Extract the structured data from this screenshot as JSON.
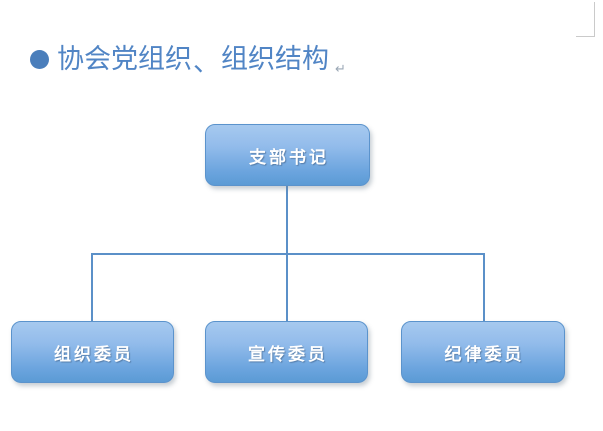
{
  "document": {
    "heading": {
      "bullet_icon": "bullet-circle-icon",
      "text_part1": "协会党组织",
      "separator": "、",
      "text_part2": "组织结构",
      "paragraph_mark": "↵"
    },
    "colors": {
      "heading_text": "#5185c5",
      "bullet": "#4a7ebb",
      "node_fill_top": "#a6c9ef",
      "node_fill_bottom": "#5b9bd5",
      "node_border": "#5b93cc",
      "node_text": "#ffffff",
      "connector": "#5b90c8",
      "background": "#ffffff"
    }
  },
  "org_chart": {
    "root": {
      "label": "支部书记"
    },
    "children": [
      {
        "label": "组织委员"
      },
      {
        "label": "宣传委员"
      },
      {
        "label": "纪律委员"
      }
    ]
  }
}
